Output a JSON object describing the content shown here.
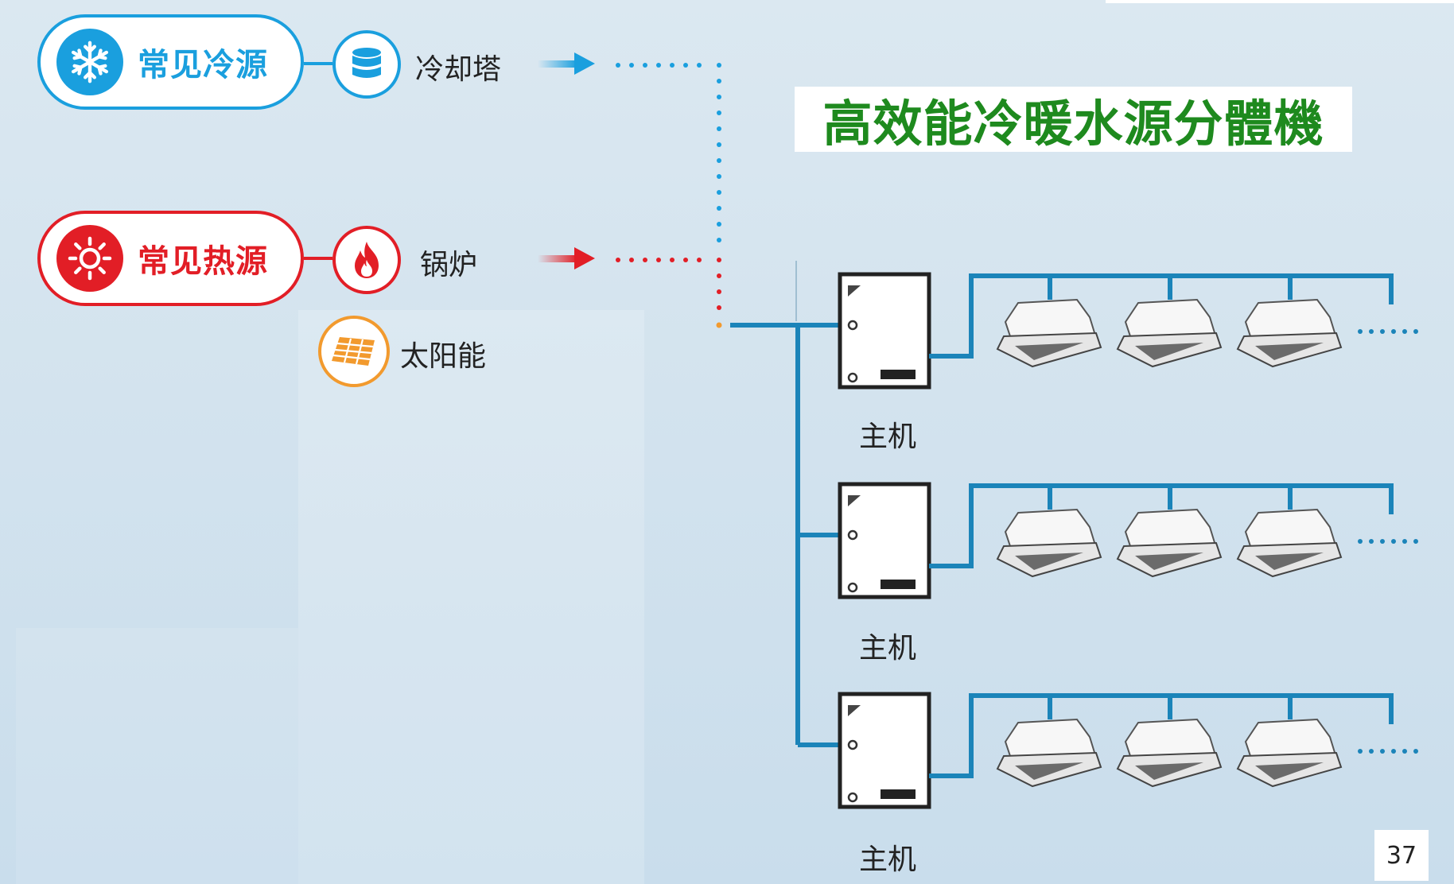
{
  "cold_source": {
    "label": "常见冷源",
    "icon": "snowflake-icon",
    "color": "#1a9fde"
  },
  "heat_source": {
    "label": "常见热源",
    "icon": "sun-icon",
    "color": "#e21e26"
  },
  "sources": [
    {
      "label": "冷却塔",
      "icon": "cooling-tower-icon"
    },
    {
      "label": "锅炉",
      "icon": "flame-icon"
    },
    {
      "label": "太阳能",
      "icon": "solar-panel-icon"
    }
  ],
  "title": "高效能冷暖水源分體機",
  "host_units": [
    {
      "label": "主机",
      "indoor_units": 3,
      "continues": "......"
    },
    {
      "label": "主机",
      "indoor_units": 3,
      "continues": "......"
    },
    {
      "label": "主机",
      "indoor_units": 3,
      "continues": "......"
    }
  ],
  "page_number": "37",
  "colors": {
    "pipe": "#1b84b9",
    "title": "#1e8a1e",
    "solar": "#f29a2e"
  }
}
